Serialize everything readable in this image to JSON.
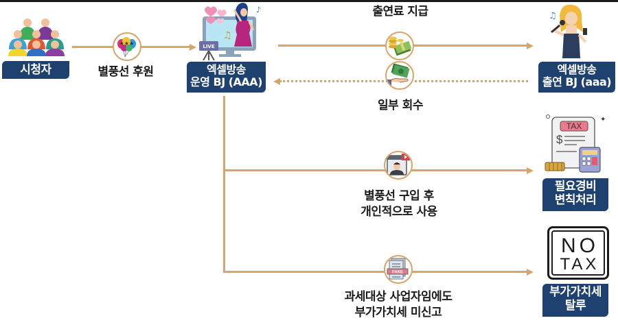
{
  "diagram": {
    "nodes": {
      "viewers": {
        "label": "시청자",
        "icon": "crowd-icon"
      },
      "operator_bj": {
        "label_line1": "엑셀방송",
        "label_line2": "운영 BJ (AAA)",
        "icon": "live-stream-monitor-icon"
      },
      "performer_bj": {
        "label_line1": "엑셀방송",
        "label_line2": "출연 BJ (aaa)",
        "icon": "singer-icon"
      },
      "expense": {
        "label_line1": "필요경비",
        "label_line2": "변칙처리",
        "icon": "tax-document-calculator-icon",
        "badge": "TAX"
      },
      "vat_evasion": {
        "label_line1": "부가가치세",
        "label_line2": "탈루",
        "icon": "no-tax-icon",
        "sign_line1": "NO",
        "sign_line2": "TAX"
      }
    },
    "edges": {
      "donation": {
        "label": "별풍선 후원",
        "icon": "balloons-icon"
      },
      "appearance_fee": {
        "label": "출연료 지급",
        "icon": "money-stack-icon"
      },
      "partial_recovery": {
        "label": "일부 회수",
        "icon": "money-hand-icon"
      },
      "personal_use": {
        "label_line1": "별풍선 구입 후",
        "label_line2": "개인적으로 사용",
        "icon": "streamer-window-icon"
      },
      "vat_unreported": {
        "label_line1": "과세대상 사업자임에도",
        "label_line2": "부가가치세 미신고",
        "icon": "fake-document-icon",
        "badge": "FAKE"
      }
    }
  },
  "colors": {
    "label_bg": "#1f4170",
    "arrow": "#d9a46a",
    "text": "#1b1b1b"
  }
}
